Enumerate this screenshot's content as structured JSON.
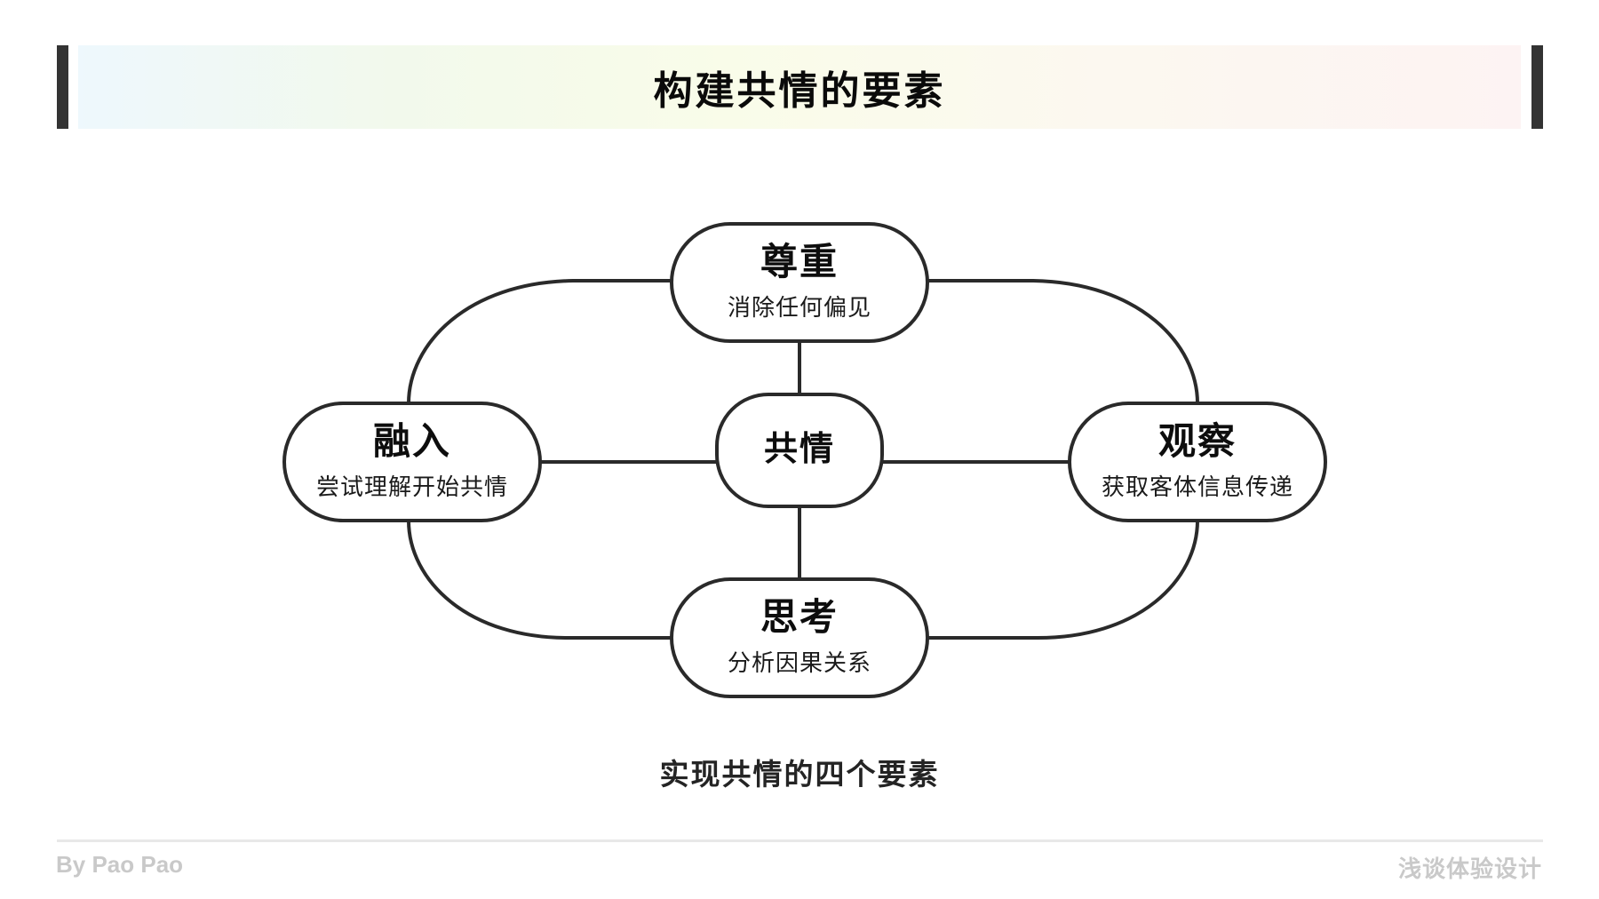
{
  "header": {
    "title": "构建共情的要素"
  },
  "diagram": {
    "center": {
      "title": "共情"
    },
    "nodes": [
      {
        "id": "respect",
        "position": "top",
        "title": "尊重",
        "subtitle": "消除任何偏见"
      },
      {
        "id": "merge",
        "position": "left",
        "title": "融入",
        "subtitle": "尝试理解开始共情"
      },
      {
        "id": "observe",
        "position": "right",
        "title": "观察",
        "subtitle": "获取客体信息传递"
      },
      {
        "id": "think",
        "position": "bottom",
        "title": "思考",
        "subtitle": "分析因果关系"
      }
    ],
    "caption": "实现共情的四个要素"
  },
  "footer": {
    "author": "By Pao Pao",
    "brand": "浅谈体验设计"
  },
  "colors": {
    "line": "#2a2a2a",
    "accent_bar": "#333333",
    "banner_gradient_left": "#eef8fd",
    "banner_gradient_mid": "#f9fce9",
    "banner_gradient_right": "#fdf3f3",
    "node_background": "#ffffff",
    "title_text": "#0a0a0a",
    "footer_text": "#c9c9c9",
    "footer_divider": "#e8e8e8"
  }
}
